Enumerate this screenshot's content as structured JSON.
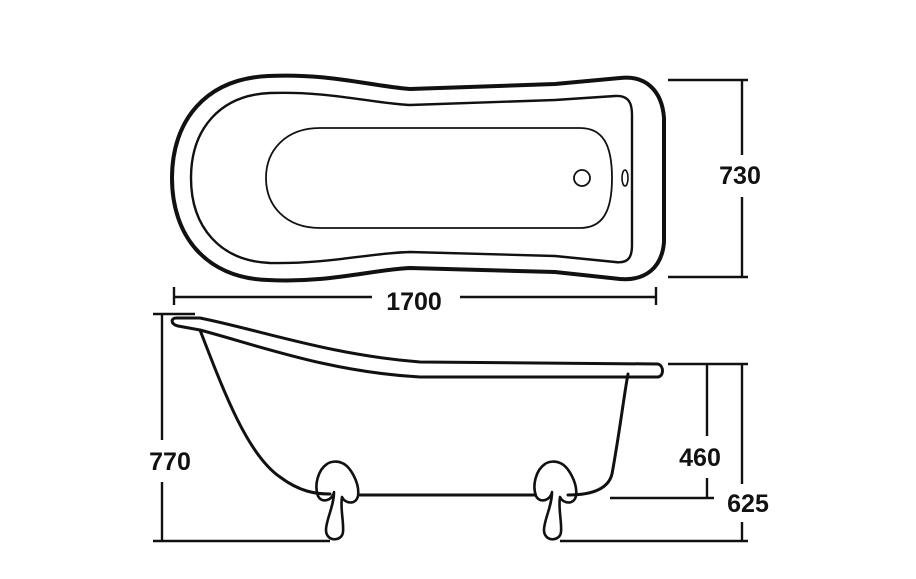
{
  "dimensions": {
    "width_top": "730",
    "length": "1700",
    "overall_height": "770",
    "rim_to_base": "460",
    "side_height": "625"
  },
  "colors": {
    "line": "#111111",
    "background": "#ffffff"
  }
}
